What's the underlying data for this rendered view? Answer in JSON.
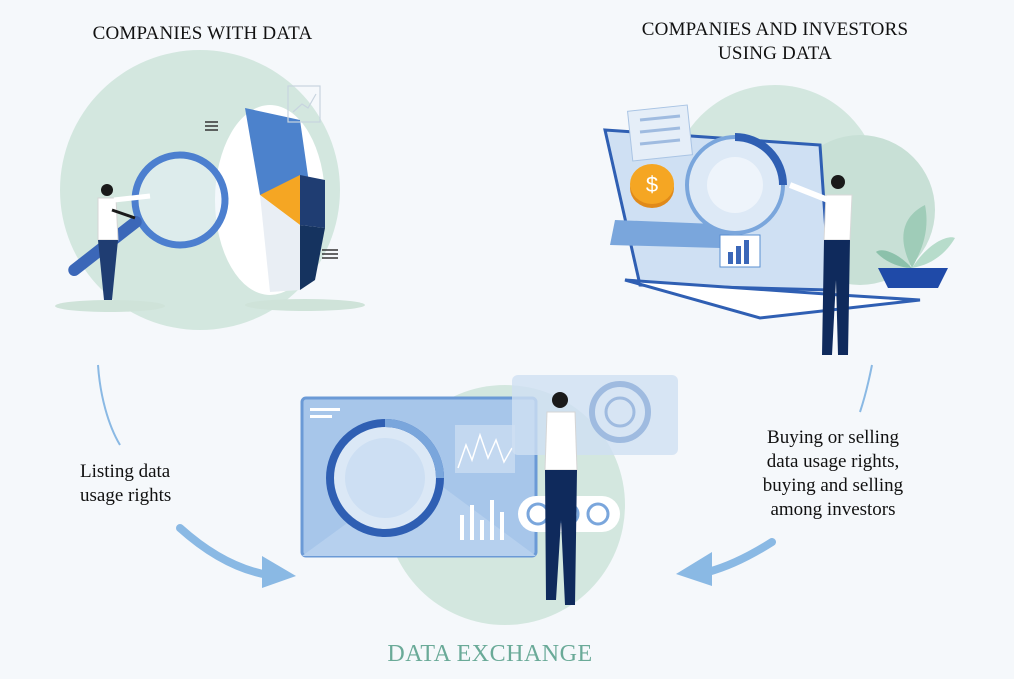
{
  "left_heading": "COMPANIES WITH DATA",
  "right_heading": [
    "COMPANIES AND INVESTORS",
    "USING DATA"
  ],
  "left_flow_label": [
    "Listing data",
    "usage rights"
  ],
  "right_flow_label": [
    "Buying or selling",
    "data usage rights,",
    "buying and selling",
    "among investors"
  ],
  "bottom_title": "DATA EXCHANGE",
  "colors": {
    "mint": "#d3e7df",
    "blue_light": "#b9d3ee",
    "blue_mid": "#5a8fd2",
    "blue_dark": "#1f3d72",
    "navy": "#0f2a5c",
    "orange": "#f5a623",
    "arrow": "#8ab9e4",
    "title_green": "#6aaa98"
  },
  "icons": [
    "magnifier-icon",
    "pie-chart-icon",
    "laptop-icon",
    "dollar-coin-icon",
    "plant-icon",
    "dashboard-icon"
  ]
}
